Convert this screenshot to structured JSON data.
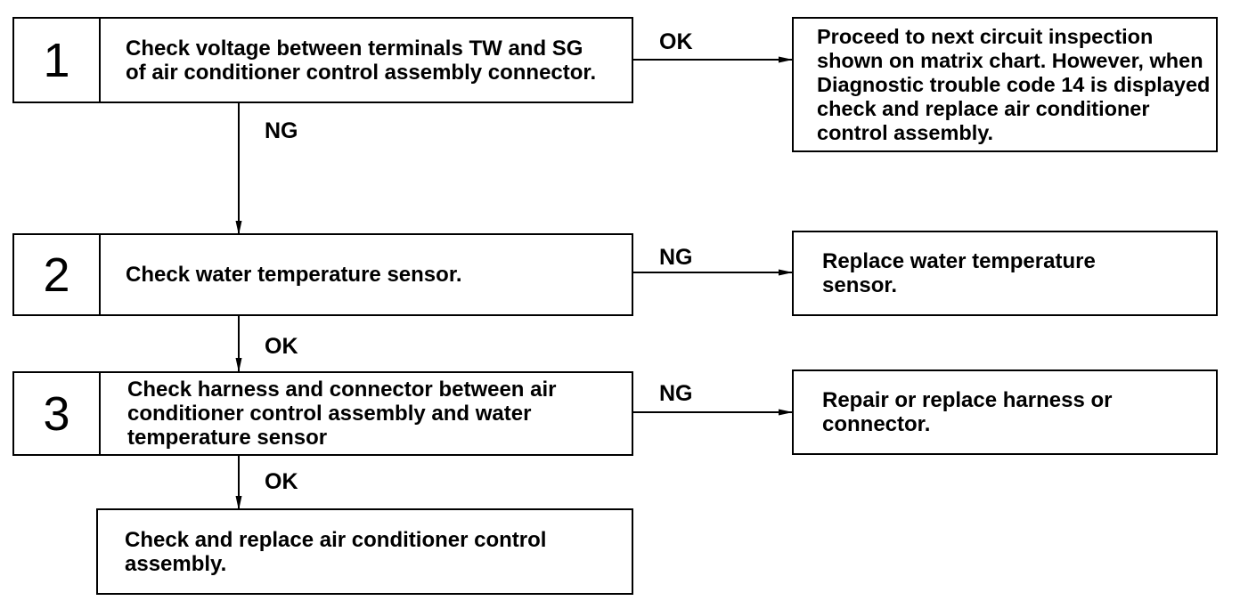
{
  "steps": [
    {
      "number": "1",
      "text": "Check voltage between terminals TW and SG of air conditioner control assembly connector."
    },
    {
      "number": "2",
      "text": "Check water temperature sensor."
    },
    {
      "number": "3",
      "text": "Check harness and connector between air conditioner control assembly and water temperature sensor"
    }
  ],
  "results": [
    {
      "text": "Proceed to next circuit inspection shown on matrix chart. However, when Diagnostic trouble code 14 is displayed check and replace air conditioner control assembly."
    },
    {
      "text": "Replace water temperature sensor."
    },
    {
      "text": "Repair or replace harness or connector."
    }
  ],
  "final": {
    "text": "Check and replace air conditioner control assembly."
  },
  "labels": {
    "step1_right": "OK",
    "step1_down": "NG",
    "step2_right": "NG",
    "step2_down": "OK",
    "step3_right": "NG",
    "step3_down": "OK"
  }
}
